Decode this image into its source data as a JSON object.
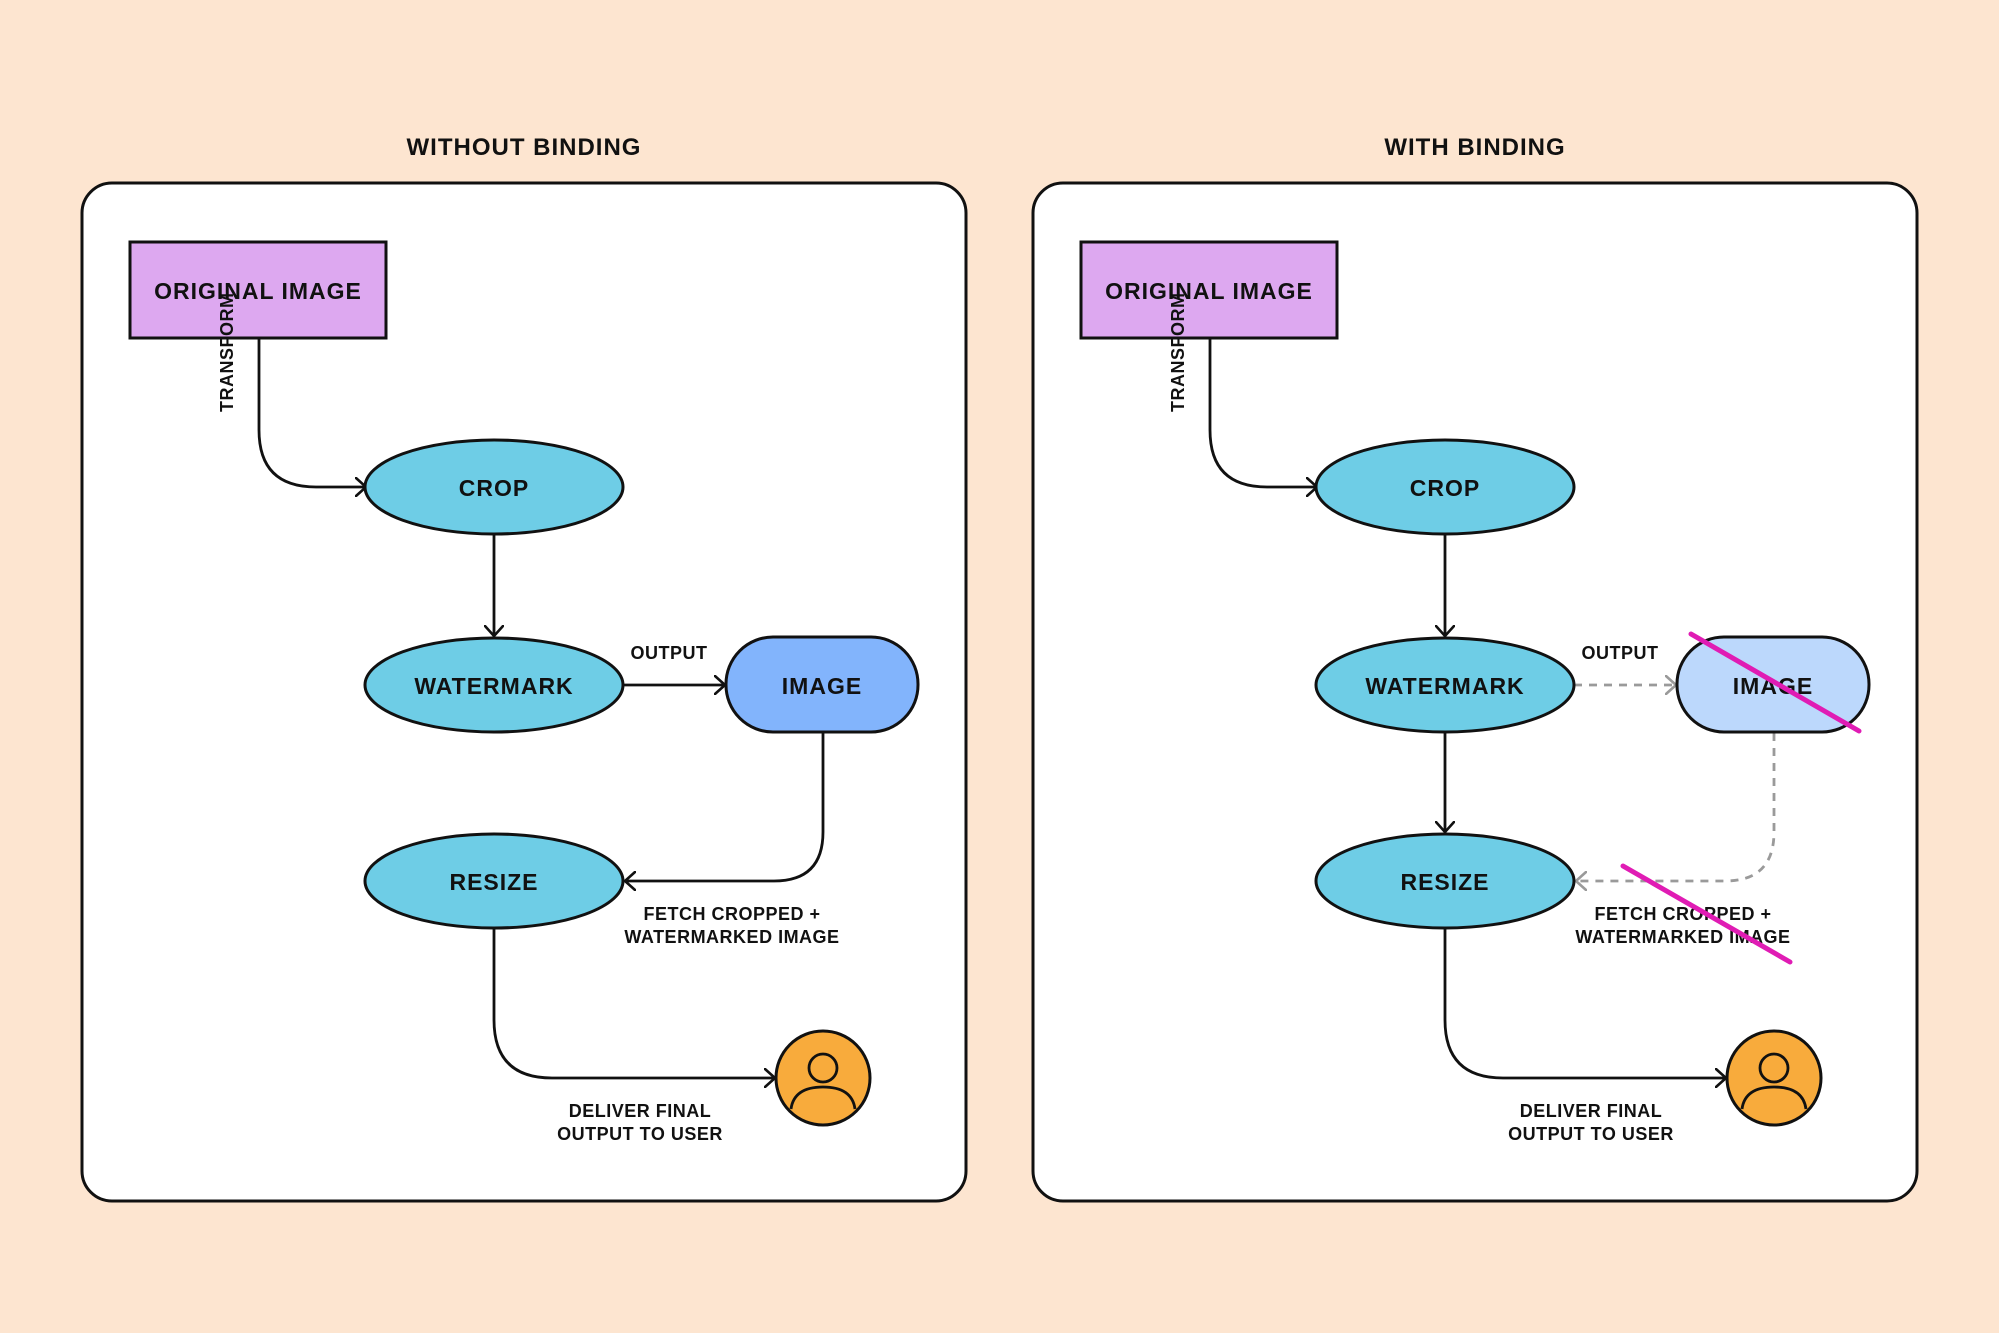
{
  "colors": {
    "background": "#FDE5D0",
    "panel": "#FFFFFF",
    "outline": "#111111",
    "original_image": "#DDA8F0",
    "process_node": "#6ECDE6",
    "image_node": "#82B4FC",
    "image_node_faded": "#BCD8FC",
    "user": "#F8AB3C",
    "dashed_edge": "#9A9A9A",
    "strike": "#E01CB4"
  },
  "icons": {
    "user": "user-icon"
  },
  "panels": [
    {
      "title": "WITHOUT BINDING",
      "nodes": {
        "original": "ORIGINAL IMAGE",
        "crop": "CROP",
        "watermark": "WATERMARK",
        "image": "IMAGE",
        "resize": "RESIZE"
      },
      "edges": {
        "transform": "TRANSFORM",
        "output": "OUTPUT",
        "fetch_line1": "FETCH CROPPED +",
        "fetch_line2": "WATERMARKED IMAGE",
        "deliver_line1": "DELIVER FINAL",
        "deliver_line2": "OUTPUT TO USER"
      }
    },
    {
      "title": "WITH BINDING",
      "nodes": {
        "original": "ORIGINAL IMAGE",
        "crop": "CROP",
        "watermark": "WATERMARK",
        "image": "IMAGE",
        "resize": "RESIZE"
      },
      "edges": {
        "transform": "TRANSFORM",
        "output": "OUTPUT",
        "fetch_line1": "FETCH CROPPED +",
        "fetch_line2": "WATERMARKED IMAGE",
        "deliver_line1": "DELIVER FINAL",
        "deliver_line2": "OUTPUT TO USER"
      }
    }
  ]
}
